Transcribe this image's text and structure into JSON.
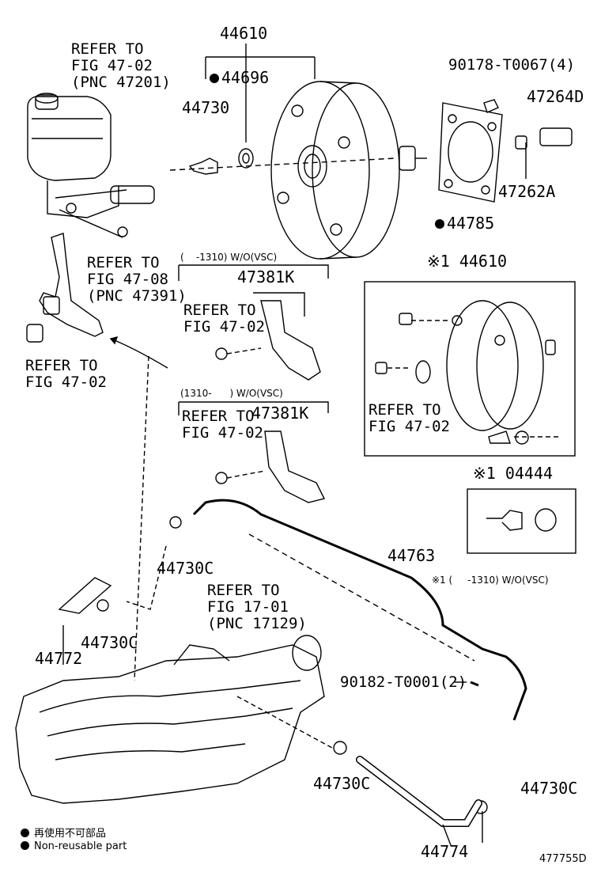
{
  "labels": {
    "p44610_top": "44610",
    "refer_4702_top": "REFER TO\nFIG 47-02\n(PNC 47201)",
    "p44696": "44696",
    "p44730": "44730",
    "p90178": "90178-T0067(4)",
    "p47264d": "47264D",
    "p47262a": "47262A",
    "p44785": "44785",
    "refer_4708": "REFER TO\nFIG 47-08\n(PNC 47391)",
    "refer_4702_left": "REFER TO\nFIG 47-02",
    "cond1": "(    -1310) W/O(VSC)",
    "p47381k_a": "47381K",
    "refer_4702_a": "REFER TO\nFIG 47-02",
    "cond2": "(1310-      ) W/O(VSC)",
    "p47381k_b": "47381K",
    "refer_4702_b": "REFER TO\nFIG 47-02",
    "p44610_box": "※1 44610",
    "refer_4702_box": "REFER TO\nFIG 47-02",
    "p04444": "※1 04444",
    "p44763": "44763",
    "note_x1": "※1 (     -1310) W/O(VSC)",
    "p44730c_1": "44730C",
    "p44730c_2": "44730C",
    "p44772": "44772",
    "refer_1701": "REFER TO\nFIG 17-01\n(PNC 17129)",
    "p90182": "90182-T0001(2)",
    "p44730c_3": "44730C",
    "p44730c_4": "44730C",
    "p44774": "44774",
    "legend_jp": "再使用不可部品",
    "legend_en": "Non-reusable part",
    "fig_id": "477755D"
  }
}
